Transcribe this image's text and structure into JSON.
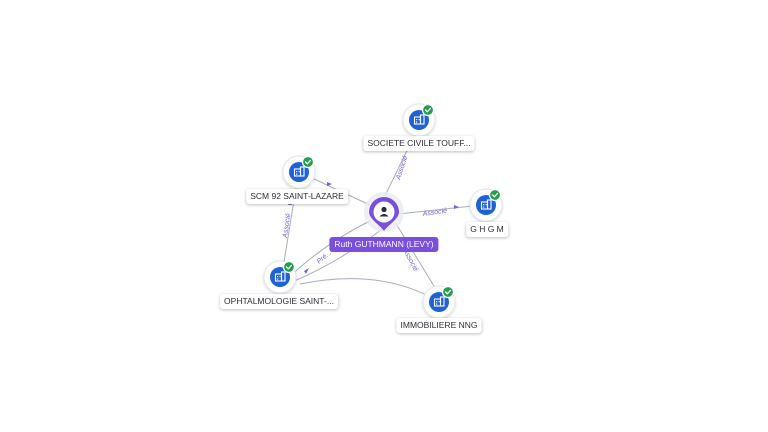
{
  "center": {
    "name": "Ruth GUTHMANN (LEVY)",
    "icon": "person-pin-icon",
    "color": "#7a4fe0"
  },
  "companies": [
    {
      "id": "societe",
      "name": "SOCIETE CIVILE TOUFF...",
      "icon": "building-icon",
      "verified": true
    },
    {
      "id": "scm92",
      "name": "SCM 92 SAINT-LAZARE",
      "icon": "building-icon",
      "verified": true
    },
    {
      "id": "ghgm",
      "name": "G H G M",
      "icon": "building-icon",
      "verified": true
    },
    {
      "id": "ophtal",
      "name": "OPHTALMOLOGIE SAINT-...",
      "icon": "building-icon",
      "verified": true
    },
    {
      "id": "immo",
      "name": "IMMOBILIERE NNG",
      "icon": "building-icon",
      "verified": true
    }
  ],
  "edges": [
    {
      "from": "center",
      "to": "societe",
      "label": "Associé"
    },
    {
      "from": "center",
      "to": "scm92",
      "label": ""
    },
    {
      "from": "center",
      "to": "ghgm",
      "label": "Associé"
    },
    {
      "from": "center",
      "to": "immo",
      "label": "Associé"
    },
    {
      "from": "center",
      "to": "ophtal",
      "label": "Pré..."
    },
    {
      "from": "scm92",
      "to": "ophtal",
      "label": "Associé"
    },
    {
      "from": "ophtal",
      "to": "immo",
      "label": ""
    }
  ],
  "colors": {
    "accent": "#7a4fe0",
    "company": "#1e62d6",
    "verified": "#22a04b",
    "edge_label": "#6e63d8"
  }
}
